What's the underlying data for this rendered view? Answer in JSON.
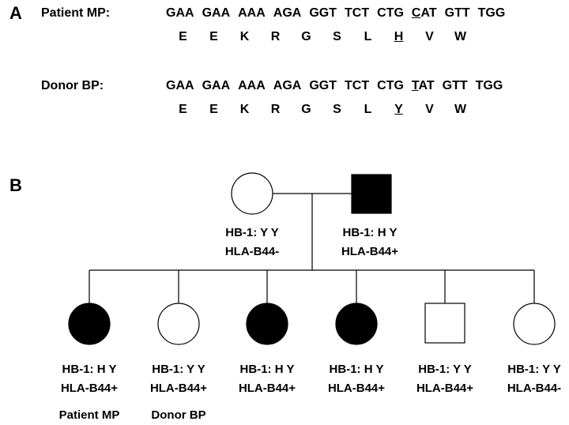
{
  "panel_a": {
    "label": "A",
    "rows": [
      {
        "name": "Patient MP:",
        "codons": [
          "GAA",
          "GAA",
          "AAA",
          "AGA",
          "GGT",
          "TCT",
          "CTG",
          "CAT",
          "GTT",
          "TGG"
        ],
        "amino_acids": [
          "E",
          "E",
          "K",
          "R",
          "G",
          "S",
          "L",
          "H",
          "V",
          "W"
        ],
        "highlight_index": 7
      },
      {
        "name": "Donor BP:",
        "codons": [
          "GAA",
          "GAA",
          "AAA",
          "AGA",
          "GGT",
          "TCT",
          "CTG",
          "TAT",
          "GTT",
          "TGG"
        ],
        "amino_acids": [
          "E",
          "E",
          "K",
          "R",
          "G",
          "S",
          "L",
          "Y",
          "V",
          "W"
        ],
        "highlight_index": 7
      }
    ]
  },
  "panel_b": {
    "label": "B",
    "parents": [
      {
        "sex": "female",
        "affected": false,
        "hb1": "HB-1: Y Y",
        "hla": "HLA-B44-"
      },
      {
        "sex": "male",
        "affected": true,
        "hb1": "HB-1: H Y",
        "hla": "HLA-B44+"
      }
    ],
    "children": [
      {
        "sex": "female",
        "affected": true,
        "hb1": "HB-1: H Y",
        "hla": "HLA-B44+",
        "note": "Patient MP"
      },
      {
        "sex": "female",
        "affected": false,
        "hb1": "HB-1: Y Y",
        "hla": "HLA-B44+",
        "note": "Donor BP"
      },
      {
        "sex": "female",
        "affected": true,
        "hb1": "HB-1: H Y",
        "hla": "HLA-B44+",
        "note": ""
      },
      {
        "sex": "female",
        "affected": true,
        "hb1": "HB-1: H Y",
        "hla": "HLA-B44+",
        "note": ""
      },
      {
        "sex": "male",
        "affected": false,
        "hb1": "HB-1: Y Y",
        "hla": "HLA-B44+",
        "note": ""
      },
      {
        "sex": "female",
        "affected": false,
        "hb1": "HB-1: Y Y",
        "hla": "HLA-B44-",
        "note": ""
      }
    ]
  }
}
